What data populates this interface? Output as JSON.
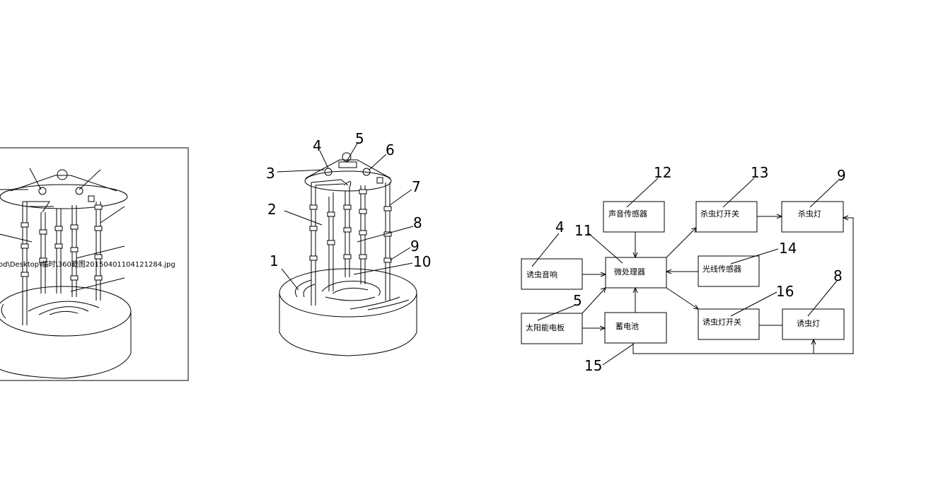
{
  "left_figure": {
    "path_text": "od\\Desktop\\临时\\360截图20150401104121284.jpg"
  },
  "middle_figure": {
    "labels": [
      "1",
      "2",
      "3",
      "4",
      "5",
      "6",
      "7",
      "8",
      "9",
      "10"
    ]
  },
  "block_diagram": {
    "blocks": {
      "sound_sensor": "声音传感器",
      "kill_switch": "杀虫灯开关",
      "kill_lamp": "杀虫灯",
      "lure_speaker": "诱虫音响",
      "mcu": "微处理器",
      "light_sensor": "光线传感器",
      "solar_panel": "太阳能电板",
      "battery": "蓄电池",
      "lure_switch": "诱虫灯开关",
      "lure_lamp": "诱虫灯"
    },
    "labels": {
      "n12": "12",
      "n13": "13",
      "n9": "9",
      "n4": "4",
      "n11": "11",
      "n14": "14",
      "n5": "5",
      "n16": "16",
      "n8": "8",
      "n15": "15"
    }
  }
}
